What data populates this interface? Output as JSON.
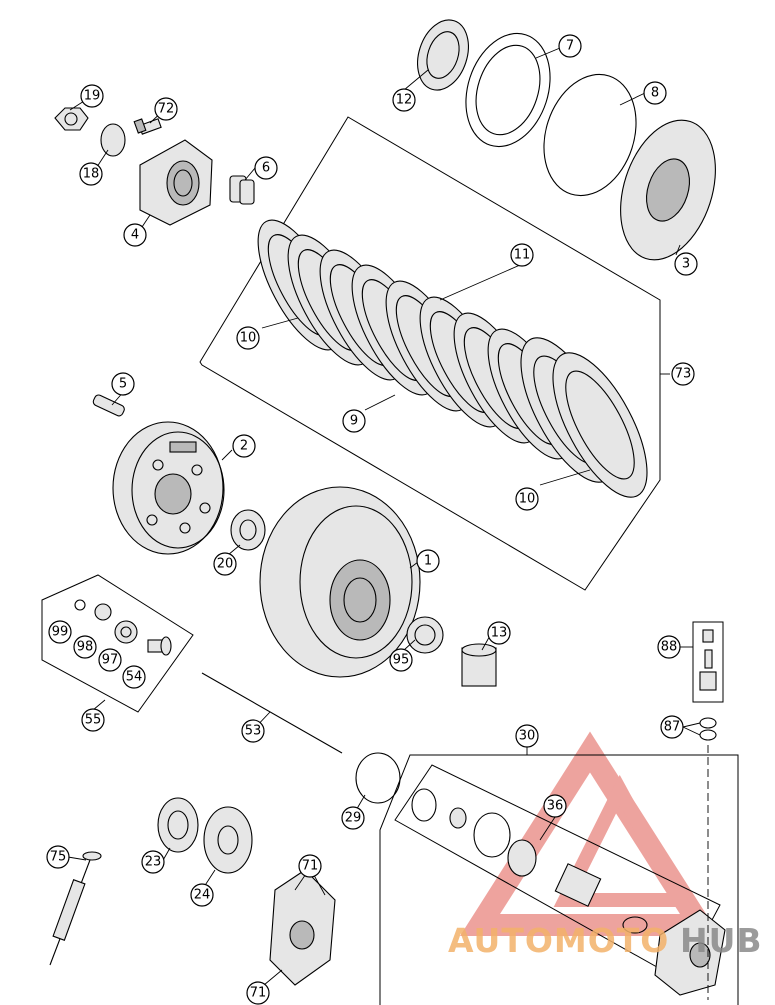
{
  "callouts": [
    {
      "id": "1"
    },
    {
      "id": "2"
    },
    {
      "id": "3"
    },
    {
      "id": "4"
    },
    {
      "id": "5"
    },
    {
      "id": "6"
    },
    {
      "id": "7"
    },
    {
      "id": "8"
    },
    {
      "id": "9"
    },
    {
      "id": "10a",
      "label": "10"
    },
    {
      "id": "10b",
      "label": "10"
    },
    {
      "id": "11"
    },
    {
      "id": "12"
    },
    {
      "id": "13"
    },
    {
      "id": "18"
    },
    {
      "id": "19"
    },
    {
      "id": "20"
    },
    {
      "id": "23"
    },
    {
      "id": "24"
    },
    {
      "id": "29"
    },
    {
      "id": "30"
    },
    {
      "id": "36"
    },
    {
      "id": "53"
    },
    {
      "id": "54"
    },
    {
      "id": "55"
    },
    {
      "id": "71a",
      "label": "71"
    },
    {
      "id": "71b",
      "label": "71"
    },
    {
      "id": "72"
    },
    {
      "id": "73"
    },
    {
      "id": "75"
    },
    {
      "id": "87"
    },
    {
      "id": "88"
    },
    {
      "id": "95"
    },
    {
      "id": "97"
    },
    {
      "id": "98"
    },
    {
      "id": "99"
    }
  ],
  "watermark": {
    "part1": "AUTOMOTO",
    "part2": "HUB",
    "color_primary": "#e0584f",
    "color_secondary": "#f3b26a",
    "color_tertiary": "#8a8a8a"
  }
}
